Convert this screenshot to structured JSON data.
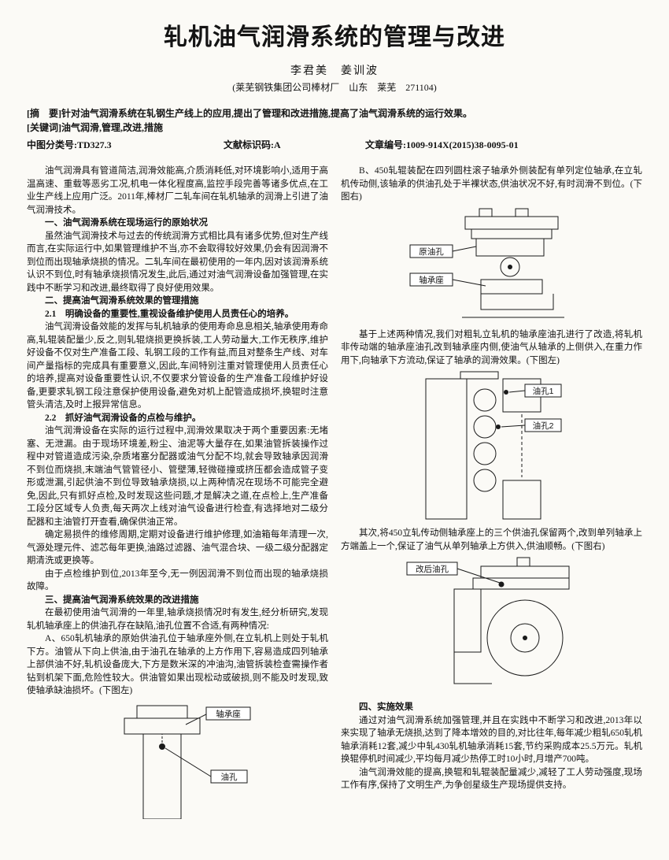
{
  "header": {
    "title": "轧机油气润滑系统的管理与改进",
    "authors": "李君美　姜训波",
    "affiliation": "(莱芜钢铁集团公司棒材厂　山东　莱芜　271104)"
  },
  "meta": {
    "abstract_label": "[摘　要]",
    "abstract_text": "针对油气润滑系统在轧钢生产线上的应用,提出了管理和改进措施,提高了油气润滑系统的运行效果。",
    "keywords_label": "[关键词]",
    "keywords_text": "油气润滑,管理,改进,措施",
    "clc": "中图分类号:TD327.3",
    "doc_code": "文献标识码:A",
    "article_no": "文章编号:1009-914X(2015)38-0095-01"
  },
  "left": {
    "intro": "油气润滑具有管道简洁,润滑效能高,介质消耗低,对环境影响小,适用于高温高速、重载等恶劣工况,机电一体化程度高,监控手段完善等诸多优点,在工业生产线上应用广泛。2011年,棒材厂二轧车间在轧机轴承的润滑上引进了油气润滑技术。",
    "h1": "一、油气润滑系统在现场运行的原始状况",
    "s1": "虽然油气润滑技术与过去的传统润滑方式相比具有诸多优势,但对生产线而言,在实际运行中,如果管理维护不当,亦不会取得较好效果,仍会有因润滑不到位而出现轴承烧损的情况。二轧车间在最初使用的一年内,因对该润滑系统认识不到位,时有轴承烧损情况发生,此后,通过对油气润滑设备加强管理,在实践中不断学习和改进,最终取得了良好使用效果。",
    "h2": "二、提高油气润滑系统效果的管理措施",
    "h21": "2.1　明确设备的重要性,重视设备维护使用人员责任心的培养。",
    "s21": "油气润滑设备效能的发挥与轧机轴承的使用寿命息息相关,轴承使用寿命高,轧辊装配量少,反之,则轧辊烧损更换拆装,工人劳动量大,工作无秩序,维护好设备不仅对生产准备工段、轧钢工段的工作有益,而且对整条生产线、对车间产量指标的完成具有重要意义,因此,车间特别注重对管理使用人员责任心的培养,提高对设备重要性认识,不仅要求分管设备的生产准备工段维护好设备,更要求轧钢工段注意保护使用设备,避免对机上配管造成损坏,换辊时注意管头清洁,及时上报异常信息。",
    "h22": "2.2　抓好油气润滑设备的点检与维护。",
    "s22a": "油气润滑设备在实际的运行过程中,润滑效果取决于两个重要因素:无堵塞、无泄漏。由于现场环境差,粉尘、油泥等大量存在,如果油管拆装操作过程中对管道造成污染,杂质堵塞分配器或油气分配不均,就会导致轴承因润滑不到位而烧损,末端油气管管径小、管壁薄,轻微碰撞或挤压都会造成管子变形或泄漏,引起供油不到位导致轴承烧损,以上两种情况在现场不可能完全避免,因此,只有抓好点检,及时发现这些问题,才是解决之道,在点检上,生产准备工段分区域专人负责,每天两次上线对油气设备进行检查,有选择地对二级分配器和主油管打开查看,确保供油正常。",
    "s22b": "确定易损件的维修周期,定期对设备进行维护修理,如油箱每年清理一次,气源处理元件、滤芯每年更换,油路过滤器、油气混合块、一级二级分配器定期清洗或更换等。",
    "s22c": "由于点检维护到位,2013年至今,无一例因润滑不到位而出现的轴承烧损故障。",
    "h3": "三、提高油气润滑系统效果的改进措施",
    "s3a": "在最初使用油气润滑的一年里,轴承烧损情况时有发生,经分析研究,发现轧机轴承座上的供油孔存在缺陷,油孔位置不合适,有两种情况:",
    "s3b": "A、650轧机轴承的原始供油孔位于轴承座外侧,在立轧机上则处于轧机下方。油管从下向上供油,由于油孔在轴承的上方作用下,容易造成四列轴承上部供油不好,轧机设备庞大,下方是数米深的冲油沟,油管拆装检查需操作者钻到机架下面,危险性较大。供油管如果出现松动或破损,则不能及时发现,致使轴承缺油损坏。(下图左)"
  },
  "right": {
    "pB": "B、450轧辊装配在四列圆柱滚子轴承外侧装配有单列定位轴承,在立轧机传动侧,该轴承的供油孔处于半裸状态,供油状况不好,有时润滑不到位。(下图右)",
    "pMid": "基于上述两种情况,我们对粗轧立轧机的轴承座油孔进行了改造,将轧机非传动端的轴承座油孔改到轴承座内侧,使油气从轴承的上侧供入,在重力作用下,向轴承下方流动,保证了轴承的润滑效果。(下图左)",
    "pNext": "其次,将450立轧传动侧轴承座上的三个供油孔保留两个,改到单列轴承上方端盖上一个,保证了油气从单列轴承上方供入,供油顺畅。(下图右)",
    "h4": "四、实施效果",
    "s4a": "通过对油气润滑系统加强管理,并且在实践中不断学习和改进,2013年以来实现了轴承无烧损,达到了降本增效的目的,对比往年,每年减少粗轧650轧机轴承消耗12套,减少中轧430轧机轴承消耗15套,节约采购成本25.5万元。轧机换辊停机时间减少,平均每月减少热停工时10小时,月增产700吨。",
    "s4b": "油气润滑效能的提高,换辊和轧辊装配量减少,减轻了工人劳动强度,现场工作有序,保持了文明生产,为争创星级生产现场提供支持。"
  },
  "figures": {
    "figA": {
      "label1": "轴承座",
      "label2": "油孔"
    },
    "figB": {
      "label1": "原油孔",
      "label2": "轴承座"
    },
    "figC": {
      "label1": "油孔1",
      "label2": "油孔2"
    },
    "figD": {
      "label1": "改后油孔"
    }
  }
}
